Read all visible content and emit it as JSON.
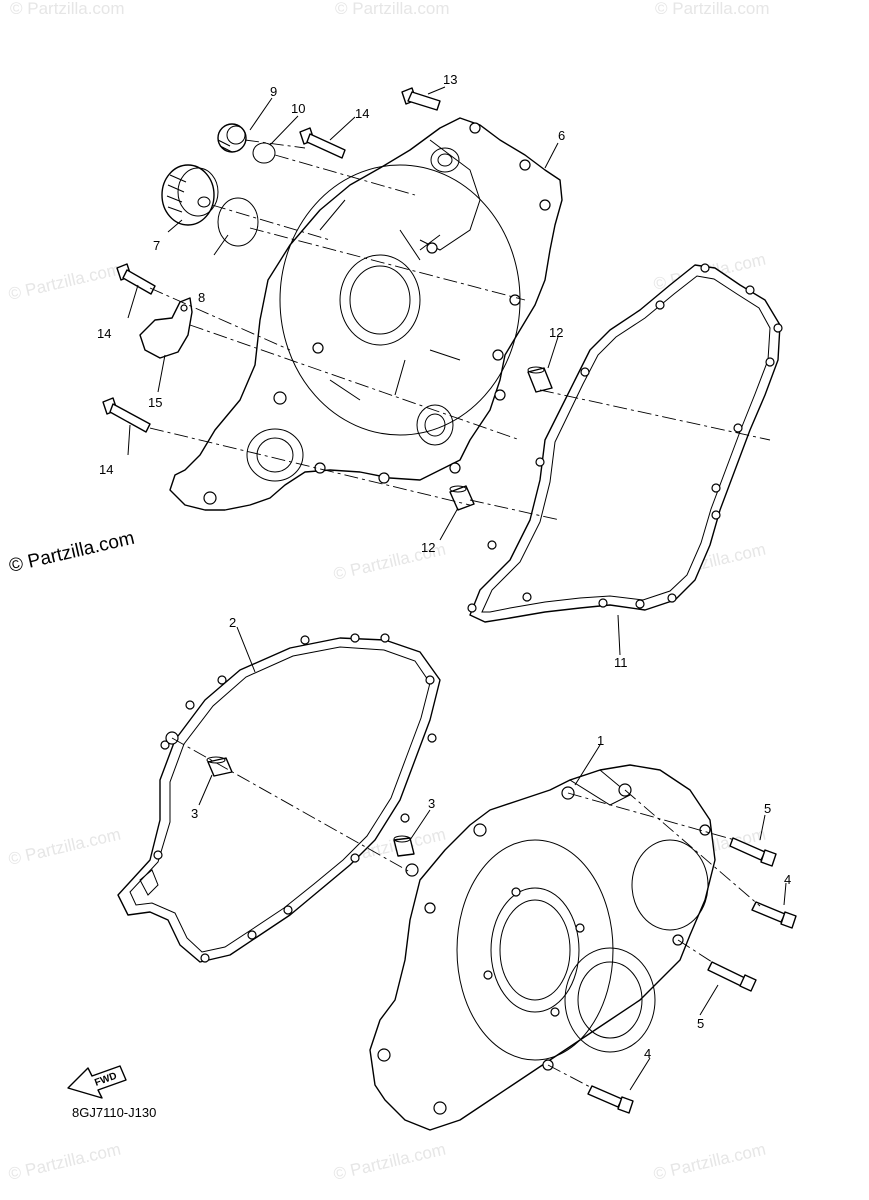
{
  "watermark": {
    "text": "© Partzilla.com",
    "brand_text": "© Partzilla.com"
  },
  "diagram": {
    "code": "8GJ7110-J130",
    "fwd_label": "FWD"
  },
  "callouts": {
    "c1": "1",
    "c2": "2",
    "c3a": "3",
    "c3b": "3",
    "c4a": "4",
    "c4b": "4",
    "c5a": "5",
    "c5b": "5",
    "c6": "6",
    "c7": "7",
    "c8": "8",
    "c9": "9",
    "c10": "10",
    "c11": "11",
    "c12a": "12",
    "c12b": "12",
    "c13": "13",
    "c14a": "14",
    "c14b": "14",
    "c14c": "14",
    "c15": "15"
  }
}
